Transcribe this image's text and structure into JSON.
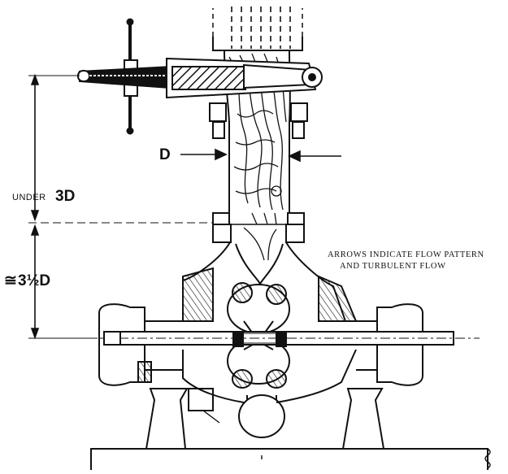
{
  "diagram": {
    "labels": {
      "diameter": "D",
      "upper_dimension_prefix": "UNDER",
      "upper_dimension_value": "3D",
      "lower_dimension_symbol": "≅",
      "lower_dimension_value": "3½D",
      "note_line_1": "ARROWS INDICATE FLOW PATTERN",
      "note_line_2": "AND TURBULENT FLOW"
    },
    "colors": {
      "ink": "#111111",
      "paper": "#ffffff"
    }
  }
}
